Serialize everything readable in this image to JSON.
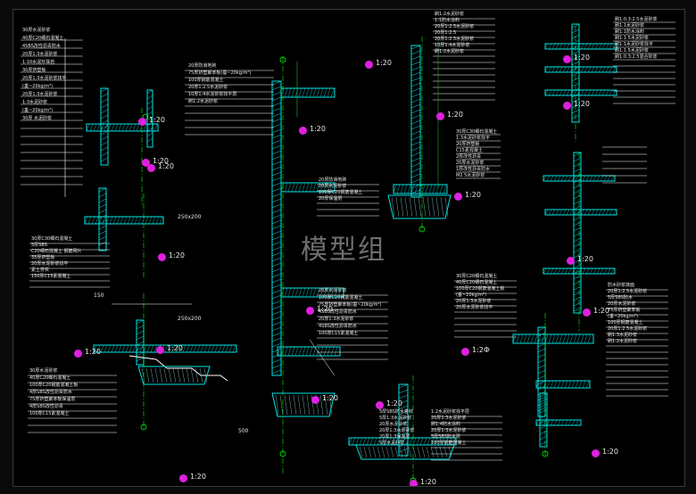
{
  "colors": {
    "background": "#000000",
    "structure": "#00e5e5",
    "leader": "#ffffff",
    "dim": "#00cc44",
    "tag": "#e020e0",
    "axis": "#00ff00"
  },
  "watermark": "模型组",
  "scale_label": "1:20",
  "scale_label_alt": "1:2Ф",
  "notes": {
    "top_left": [
      "30厚水泥砂浆",
      "40厚C20细石混凝土",
      "4SBS改性沥青防水",
      "20厚1:3水泥砂浆",
      "1:10水泥珍珠岩",
      "30厚挤塑板",
      "20厚1:3水泥砂浆找平",
      "(垂~20kg/m²)",
      "20厚1:3水泥砂浆",
      "1:3水泥砂浆",
      "(垂~20kg/m²)",
      "30厚 水泥砂浆"
    ],
    "mid_left": [
      "30厚C30细石混凝土",
      "5厚SBS",
      "C20细石混凝土 钢筋网片",
      "35厚挤塑板",
      "20厚水泥砂浆找平",
      "素土夯实",
      "150厚C15素混凝土"
    ],
    "bottom_left": [
      "30厚水泥砂浆",
      "40厚C20细石混凝土",
      "100厚C20钢筋混凝土板",
      "4厚SBS改性沥青防水",
      "75厚挤塑聚苯板保温层",
      "4厚SBS改性沥青",
      "100厚C15素混凝土"
    ],
    "center_top": [
      "20厚防滑地砖",
      "75厚挤塑聚苯板(垂~20kg/m²)",
      "100厚钢筋混凝土",
      "20厚1:2.5水泥砂浆",
      "10厚1:4水泥砂浆找平层",
      "刷1:2水泥砂浆"
    ],
    "center_mid": [
      "20厚防滑地砖",
      "20厚水泥砂浆",
      "100厚C20钢筋混凝土",
      "20厚保温层"
    ],
    "center_low": [
      "20厚水泥砂浆",
      "100厚C20钢筋混凝土",
      "75厚挤塑聚苯板(垂~20kg/m²)",
      "4SBS改性沥青防水",
      "20厚1:3水泥砂浆",
      "4SBS改性沥青防水",
      "100厚C15素混凝土"
    ],
    "top_center": [
      "刷1:2水泥砂浆",
      "1:1防水涂料",
      "20厚1:2.5水泥砂浆",
      "20厚1:2.5",
      "20厚1:2.5水泥砂浆",
      "10厚1:4水泥砂浆",
      "刷1:2水泥砂浆"
    ],
    "right_mid": [
      "30厚C30细石混凝土",
      "1:3水泥砂浆找平",
      "20厚挤塑板",
      "C15素混凝土",
      "2厚改性沥青",
      "20厚水泥砂浆",
      "1厚改性沥青防水",
      "M2.5水泥砂浆"
    ],
    "bottom_center": [
      "1:2水泥砂浆找平层",
      "20厚1:3水泥砂浆",
      "刷1:4防水涂料",
      "20厚1:3水泥砂浆",
      "5厚SBS防水层",
      "100厚钢筋混凝土"
    ],
    "top_right": [
      "刷1:0.3:2.5水泥砂浆",
      "刷1:1水泥砂浆",
      "刷1:1防水涂料",
      "刷1:1.5水泥砂浆",
      "刷1:1水泥砂浆找平",
      "刷1:1.5水泥砂浆",
      "刷1:0.3:2.5混合砂浆"
    ],
    "right_low": [
      "30厚C20细石混凝土",
      "40厚C20细石混凝土",
      "100厚C20钢筋混凝土板",
      "(垂~20kg/m²)",
      "20厚1:3水泥砂浆",
      "20厚水泥砂浆找平"
    ],
    "far_right_low": [
      "防水砂浆抹面",
      "20厚1:2.5水泥砂浆",
      "5厚SBS防水",
      "20厚水泥砂浆",
      "75厚挤塑聚苯板",
      "(垂~20kg/m²)",
      "100厚钢筋混凝土",
      "20厚1:2.5水泥砂浆",
      "刷1:3水泥砂浆",
      "刷1:2水泥砂浆"
    ],
    "center_bottom": [
      "5厚SBS防水卷材",
      "5厚1:3水泥砂浆",
      "20厚水泥砂浆",
      "20厚1:3水泥砂浆",
      "20厚1:3保温层",
      "5厚水泥砂浆"
    ]
  },
  "dimension_labels": [
    "250x200",
    "250x200",
    "150",
    "500"
  ]
}
